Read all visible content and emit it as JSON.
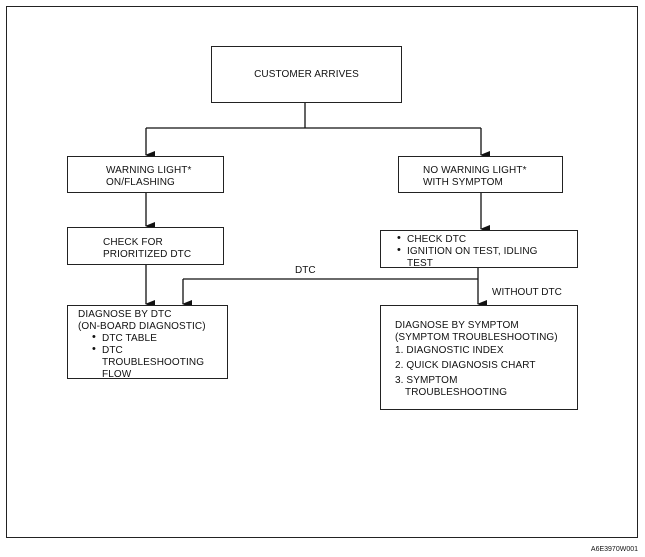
{
  "nodes": {
    "customer": {
      "text": "CUSTOMER ARRIVES"
    },
    "warning": {
      "line1": "WARNING LIGHT*",
      "line2": "ON/FLASHING"
    },
    "no_warning": {
      "line1": "NO WARNING LIGHT*",
      "line2": "WITH SYMPTOM"
    },
    "check_prioritized": {
      "line1": "CHECK FOR",
      "line2": "PRIORITIZED DTC"
    },
    "check_dtc": {
      "bullets": [
        "CHECK DTC",
        "IGNITION ON TEST, IDLING",
        "TEST"
      ]
    },
    "diagnose_dtc": {
      "line1": "DIAGNOSE BY DTC",
      "line2": "(ON-BOARD DIAGNOSTIC)",
      "bullets": [
        "DTC TABLE",
        "DTC",
        "TROUBLESHOOTING",
        "FLOW"
      ]
    },
    "diagnose_symptom": {
      "line1": "DIAGNOSE BY SYMPTOM",
      "line2": "(SYMPTOM TROUBLESHOOTING)",
      "items": [
        "1. DIAGNOSTIC INDEX",
        "2. QUICK DIAGNOSIS CHART",
        "3. SYMPTOM",
        "TROUBLESHOOTING"
      ]
    }
  },
  "edge_labels": {
    "dtc": "DTC",
    "without_dtc": "WITHOUT DTC"
  },
  "figure_code": "A6E3970W001"
}
